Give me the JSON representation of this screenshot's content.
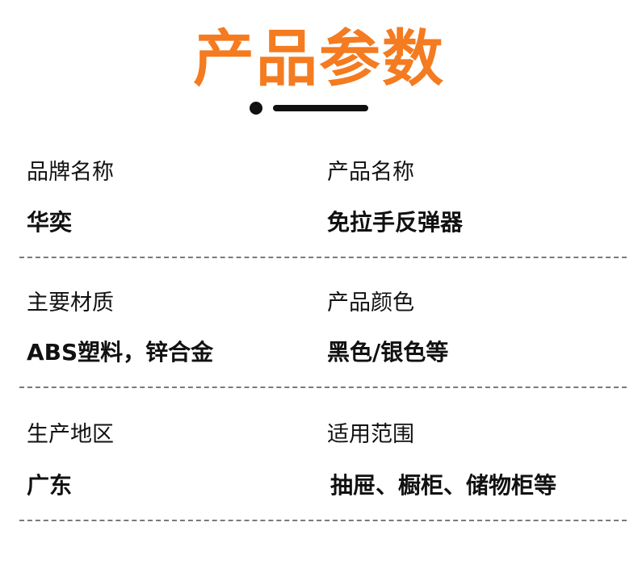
{
  "title": "产品参数",
  "colors": {
    "accent": "#F47B20",
    "dark": "#111111",
    "divider": "#7a7a7a"
  },
  "rows": [
    {
      "left": {
        "label": "品牌名称",
        "value": "华奕"
      },
      "right": {
        "label": "产品名称",
        "value": "免拉手反弹器"
      }
    },
    {
      "left": {
        "label": "主要材质",
        "value": "ABS塑料，锌合金"
      },
      "right": {
        "label": "产品颜色",
        "value": "黑色/银色等"
      }
    },
    {
      "left": {
        "label": "生产地区",
        "value": "广东"
      },
      "right": {
        "label": "适用范围",
        "value": "抽屉、橱柜、储物柜等"
      }
    }
  ]
}
